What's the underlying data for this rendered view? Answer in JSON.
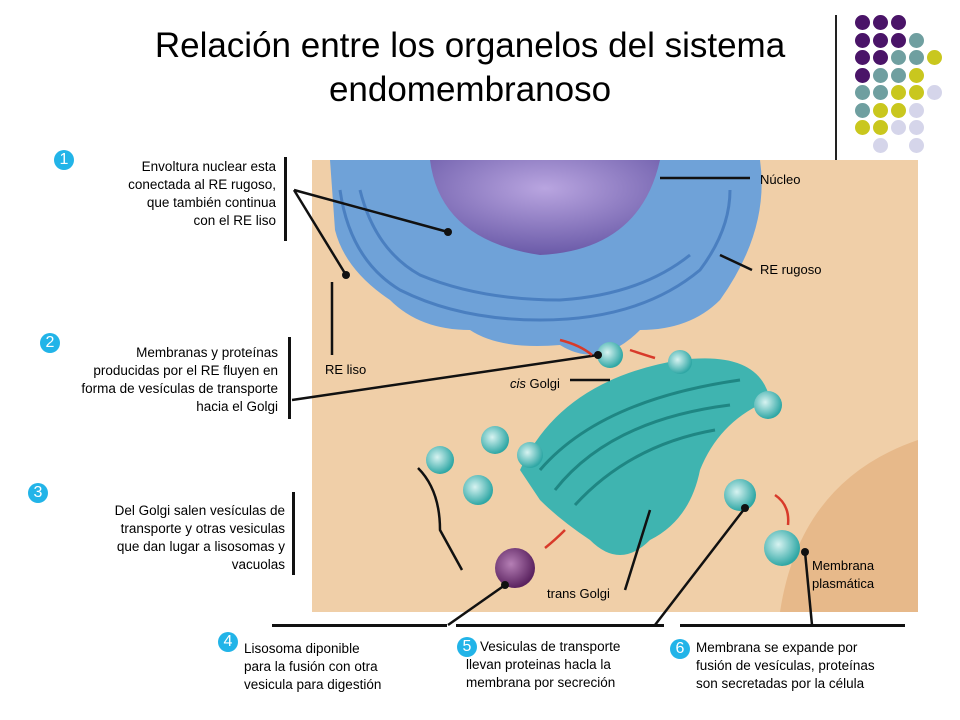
{
  "title": {
    "line1": "Relación entre los organelos del sistema",
    "line2": "endomembranoso"
  },
  "colors": {
    "purple": "#4a1468",
    "teal": "#6f9fa0",
    "yellow": "#c9c71e",
    "lavender": "#d5d5ea",
    "badge": "#22b4e8",
    "background_cell": "#f0cfa8"
  },
  "steps": [
    {
      "number": "1",
      "lines": [
        "Envoltura nuclear esta",
        "conectada  al RE rugoso,",
        "que también continua",
        "con el RE liso"
      ]
    },
    {
      "number": "2",
      "lines": [
        "Membranas y proteínas",
        "producidas por el RE fluyen en",
        "forma de  vesículas de transporte",
        "hacia el Golgi"
      ]
    },
    {
      "number": "3",
      "lines": [
        "Del Golgi salen vesículas de",
        "transporte y otras vesiculas",
        "que dan lugar a lisosomas y",
        "vacuolas"
      ]
    },
    {
      "number": "4",
      "lines": [
        "Lisosoma diponible",
        "para la fusión con otra",
        "vesicula para digestión"
      ]
    },
    {
      "number": "5",
      "lines": [
        "Vesiculas de transporte",
        "llevan proteinas hacla la",
        "membrana por secreción"
      ]
    },
    {
      "number": "6",
      "lines": [
        "Membrana  se expande por",
        "fusión de  vesículas,  proteínas",
        "son secretadas por la célula"
      ]
    }
  ],
  "labels": {
    "nucleo": "Núcleo",
    "re_rugoso": "RE rugoso",
    "re_liso": "RE liso",
    "cis_golgi_italic": "cis",
    "cis_golgi": " Golgi",
    "trans_golgi": "trans Golgi",
    "membrana_line1": "Membrana",
    "membrana_line2": "plasmática"
  }
}
